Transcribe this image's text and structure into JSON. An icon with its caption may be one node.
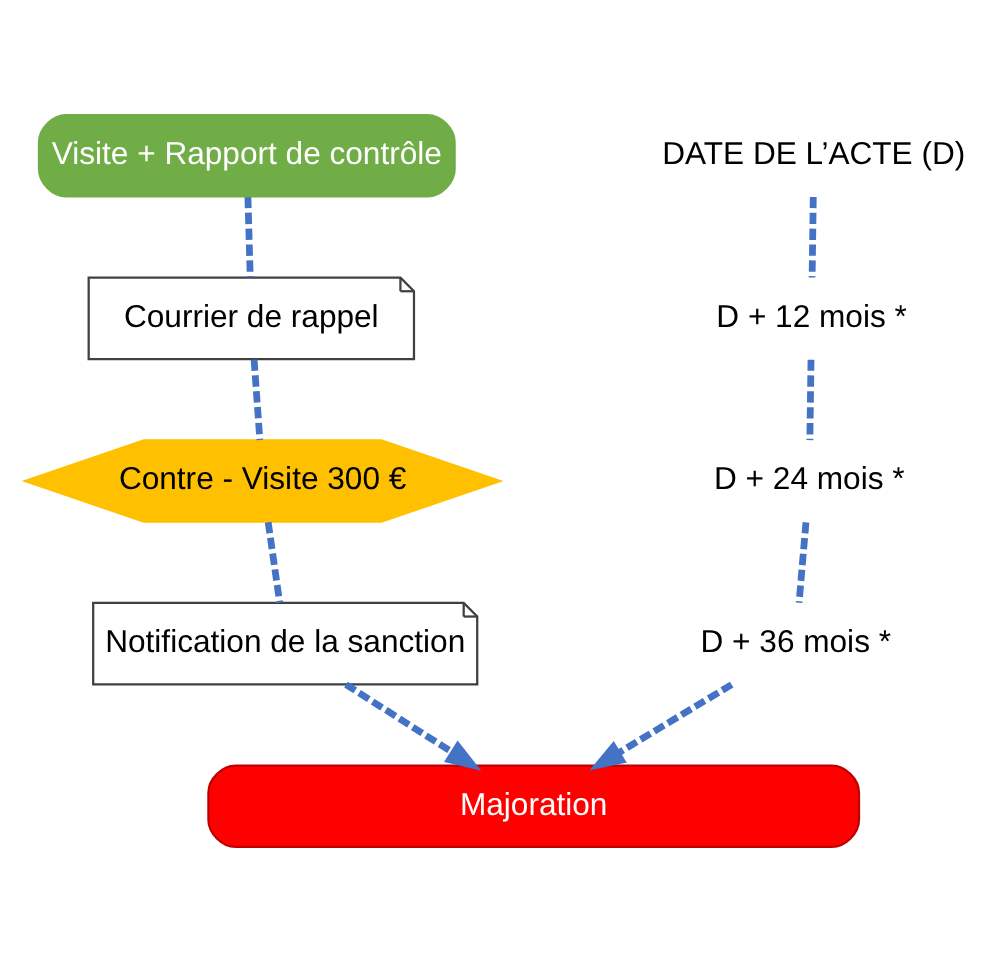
{
  "diagram": {
    "nodes": [
      {
        "text": [
          "Visite + Rapport de contrôle"
        ]
      },
      {
        "text": [
          "Courrier de rappel"
        ]
      },
      {
        "text": [
          "Contre - Visite 300 €"
        ]
      },
      {
        "text": [
          "Notification de la sanction"
        ]
      },
      {
        "text": [
          "Majoration"
        ]
      },
      {
        "text": [
          "DATE DE L’ACTE (D)"
        ]
      },
      {
        "text": [
          "D + 12 mois *"
        ]
      },
      {
        "text": [
          "D + 24 mois *"
        ]
      },
      {
        "text": [
          "D + 36 mois *"
        ]
      }
    ],
    "edges": [
      {
        "from": 0,
        "to": 1,
        "arrow": "none",
        "style": "dashed"
      },
      {
        "from": 1,
        "to": 2,
        "arrow": "none",
        "style": "dashed"
      },
      {
        "from": 2,
        "to": 3,
        "arrow": "none",
        "style": "dashed"
      },
      {
        "from": 3,
        "to": 4,
        "arrow": "to",
        "style": "dashed"
      },
      {
        "from": 5,
        "to": 6,
        "arrow": "none",
        "style": "dashed"
      },
      {
        "from": 6,
        "to": 7,
        "arrow": "none",
        "style": "dashed"
      },
      {
        "from": 7,
        "to": 8,
        "arrow": "none",
        "style": "dashed"
      },
      {
        "from": 8,
        "to": 4,
        "arrow": "to",
        "style": "dashed"
      }
    ]
  }
}
